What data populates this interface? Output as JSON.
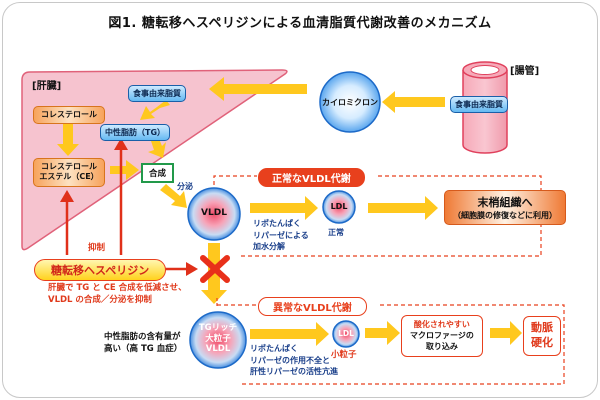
{
  "title": "図1. 糖転移ヘスペリジンによる血清脂質代謝改善のメカニズム",
  "liver": {
    "label": "[肝臓]",
    "dietary_lipid": "食事由来脂質",
    "cholesterol": "コレステロール",
    "triglyceride": "中性脂肪（TG）",
    "cholesterol_ester_line1": "コレステロール",
    "cholesterol_ester_line2": "エステル（CE）",
    "synthesis": "合成",
    "secretion": "分泌"
  },
  "intestine": {
    "label": "[腸管]",
    "dietary_lipid": "食事由来脂質"
  },
  "chylomicron": "カイロミクロン",
  "hesperidin": {
    "label": "糖転移ヘスペリジン",
    "inhibition": "抑制",
    "effect_line1": "肝臓で TG と CE 合成を低減させ、",
    "effect_line2": "VLDL の合成／分泌を抑制"
  },
  "normal": {
    "header": "正常なVLDL代謝",
    "vldl": "VLDL",
    "hydrolysis_line1": "リポたんぱく",
    "hydrolysis_line2": "リパーゼによる",
    "hydrolysis_line3": "加水分解",
    "ldl": "LDL",
    "ldl_caption": "正常",
    "destination_main": "末梢組織へ",
    "destination_sub": "（細胞膜の修復などに利用）"
  },
  "abnormal": {
    "header": "異常なVLDL代謝",
    "vldl_line1": "TGリッチ",
    "vldl_line2": "大粒子",
    "vldl_line3": "VLDL",
    "note_line1": "中性脂肪の含有量が",
    "note_line2": "高い（高 TG 血症）",
    "cause_line1": "リポたんぱく",
    "cause_line2": "リパーゼの作用不全と",
    "cause_line3": "肝性リパーゼの活性亢進",
    "ldl": "LDL",
    "ldl_caption": "小粒子",
    "macrophage_line1": "酸化されやすい",
    "macrophage_line2": "マクロファージの",
    "macrophage_line3": "取り込み",
    "outcome_line1": "動脈",
    "outcome_line2": "硬化"
  },
  "colors": {
    "arrow_yellow": "#ffc81e",
    "arrow_red": "#e0301a",
    "liver_fill": "#f6c3cf",
    "liver_border": "#e0627a",
    "dashed_red": "#e8401d",
    "circle_blue": "#3a8ee0"
  }
}
